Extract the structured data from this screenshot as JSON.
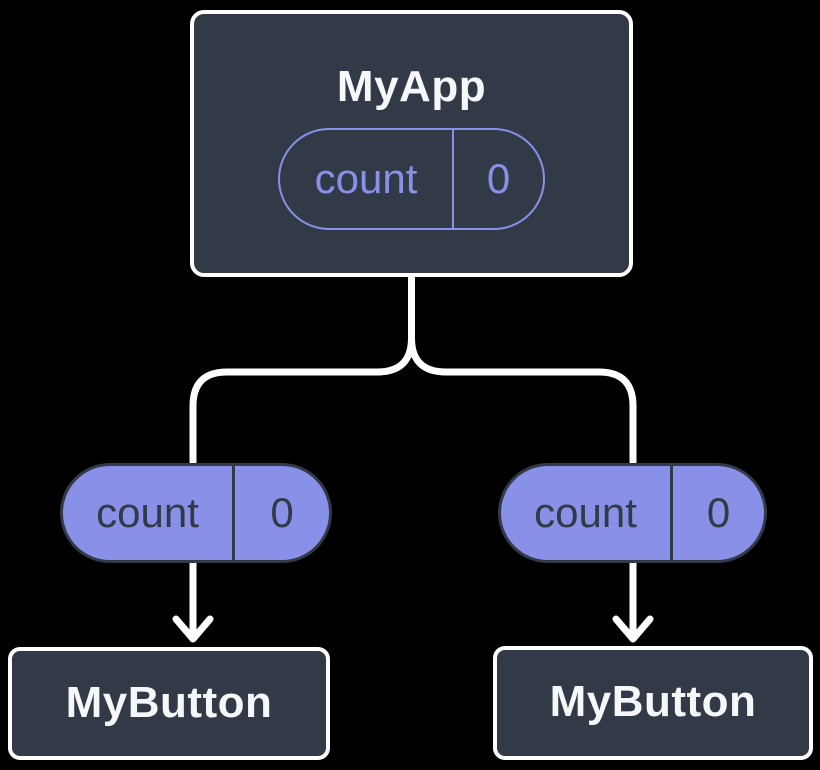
{
  "diagram": {
    "root": {
      "label": "MyApp",
      "state_pill": {
        "key": "count",
        "value": "0"
      }
    },
    "children": [
      {
        "label": "MyButton",
        "prop_pill": {
          "key": "count",
          "value": "0"
        }
      },
      {
        "label": "MyButton",
        "prop_pill": {
          "key": "count",
          "value": "0"
        }
      }
    ],
    "colors": {
      "background": "#000000",
      "node_fill": "#333A47",
      "node_border": "#FFFFFF",
      "accent_purple": "#8890E8",
      "pill_dark_text": "#333A47",
      "connector": "#FFFFFF"
    }
  }
}
